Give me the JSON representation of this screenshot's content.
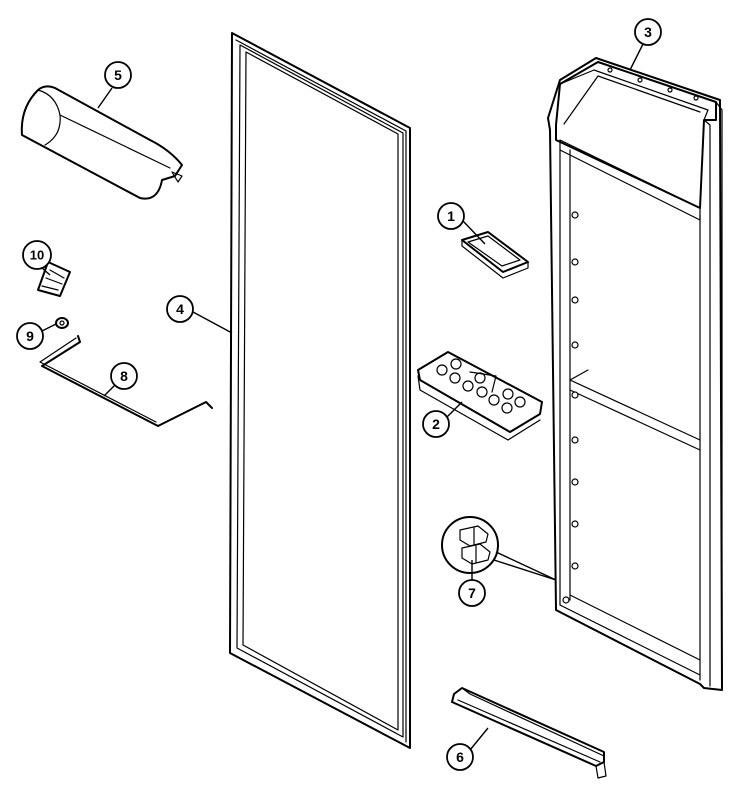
{
  "callouts": [
    {
      "id": "1",
      "label": "1",
      "part": "ice-tray-small"
    },
    {
      "id": "2",
      "label": "2",
      "part": "ice-cube-tray"
    },
    {
      "id": "3",
      "label": "3",
      "part": "freezer-door-liner"
    },
    {
      "id": "4",
      "label": "4",
      "part": "door-gasket"
    },
    {
      "id": "5",
      "label": "5",
      "part": "door-handle"
    },
    {
      "id": "6",
      "label": "6",
      "part": "door-trim-strip"
    },
    {
      "id": "7",
      "label": "7",
      "part": "shelf-clip"
    },
    {
      "id": "8",
      "label": "8",
      "part": "door-stop-rod"
    },
    {
      "id": "9",
      "label": "9",
      "part": "nut"
    },
    {
      "id": "10",
      "label": "10",
      "part": "screw"
    }
  ]
}
